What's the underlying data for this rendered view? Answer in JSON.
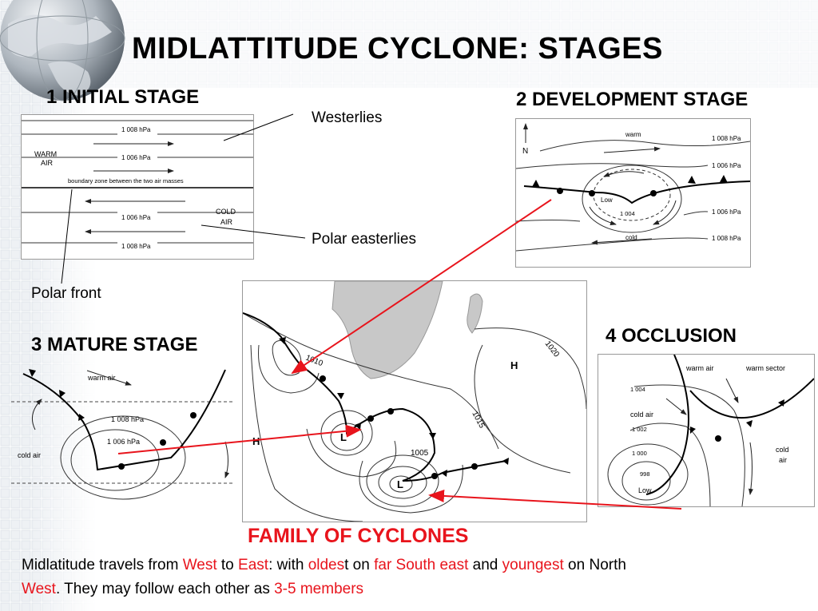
{
  "title": "MIDLATTITUDE CYCLONE: STAGES",
  "colors": {
    "accent_red": "#e8141c",
    "land": "#c8c8c8"
  },
  "stages": {
    "initial": "1  INITIAL STAGE",
    "development": "2  DEVELOPMENT STAGE",
    "mature": "3  MATURE STAGE",
    "occlusion": "4  OCCLUSION"
  },
  "notes": {
    "westerlies": "Westerlies",
    "polar_easterlies": "Polar easterlies",
    "polar_front": "Polar front"
  },
  "panel1": {
    "isobar_top": "1 008 hPa",
    "isobar_upper": "1 006 hPa",
    "warm_air_1": "WARM",
    "warm_air_2": "AIR",
    "boundary": "boundary zone between the two air masses",
    "isobar_lower": "1 006 hPa",
    "isobar_bottom": "1 008 hPa",
    "cold_air_1": "COLD",
    "cold_air_2": "AIR"
  },
  "panel2": {
    "north": "N",
    "warm": "warm",
    "iso_1008_top": "1 008 hPa",
    "iso_1006_top": "1 006 hPa",
    "low": "Low",
    "iso_1004": "1 004",
    "iso_1006_bottom": "1 006 hPa",
    "cold": "cold",
    "iso_1008_bottom": "1 008 hPa"
  },
  "panel3": {
    "warm_air": "warm air",
    "iso_1008": "1 008 hPa",
    "iso_1006": "1 006 hPa",
    "cold_air": "cold air"
  },
  "panel4": {
    "warm_air": "warm air",
    "warm_sector": "warm sector",
    "iso_1004": "1 004",
    "cold_air_left": "cold air",
    "iso_1002": "1 002",
    "iso_1000": "1 000",
    "iso_998": "998",
    "low": "Low",
    "cold_air_right_1": "cold",
    "cold_air_right_2": "air"
  },
  "map": {
    "iso_1010": "1010",
    "iso_1020": "1020",
    "iso_1015": "1015",
    "iso_1005": "1005",
    "high_north": "H",
    "high_west": "H",
    "low_middle": "L",
    "low_south": "L"
  },
  "family_title": "FAMILY OF CYCLONES",
  "caption": {
    "p1": "Midlatitude travels from ",
    "west": "West",
    "p2": " to ",
    "east": "East",
    "p3": ": with ",
    "oldes": "oldes",
    "p4": "t on ",
    "far_se": "far South east",
    "p5": " and ",
    "youngest": "youngest",
    "p6": " on North ",
    "west2": "West",
    "p7": ". They may follow each other as ",
    "members": "3-5 members"
  }
}
